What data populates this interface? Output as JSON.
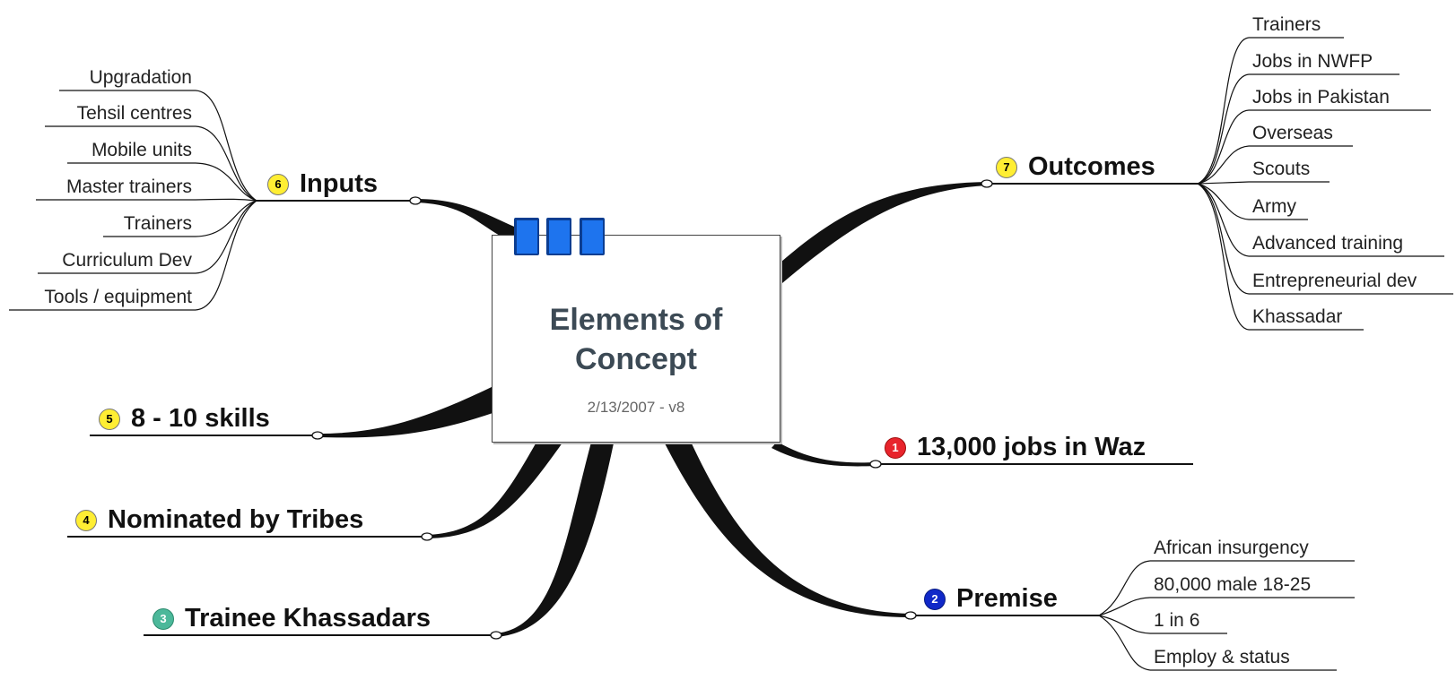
{
  "central": {
    "title_line1": "Elements of",
    "title_line2": "Concept",
    "subtitle": "2/13/2007 - v8"
  },
  "branches": {
    "inputs": {
      "badge": "6",
      "label": "Inputs",
      "items": [
        "Upgradation",
        "Tehsil centres",
        "Mobile units",
        "Master trainers",
        "Trainers",
        "Curriculum Dev",
        "Tools / equipment"
      ]
    },
    "skills": {
      "badge": "5",
      "label": "8 - 10 skills"
    },
    "nominated": {
      "badge": "4",
      "label": "Nominated by Tribes"
    },
    "trainee": {
      "badge": "3",
      "label": "Trainee Khassadars"
    },
    "outcomes": {
      "badge": "7",
      "label": "Outcomes",
      "items": [
        "Trainers",
        "Jobs in NWFP",
        "Jobs in Pakistan",
        "Overseas",
        "Scouts",
        "Army",
        "Advanced training",
        "Entrepreneurial dev",
        "Khassadar"
      ]
    },
    "jobs": {
      "badge": "1",
      "label": "13,000 jobs in Waz"
    },
    "premise": {
      "badge": "2",
      "label": "Premise",
      "items": [
        "African insurgency",
        "80,000 male 18-25",
        "1 in 6",
        "Employ & status"
      ]
    }
  },
  "colors": {
    "line": "#111111",
    "tab": "#1e74ee",
    "badge_yellow": "#ffee33",
    "badge_red": "#e8242c",
    "badge_blue": "#1028c8",
    "badge_green": "#4cb89a"
  }
}
